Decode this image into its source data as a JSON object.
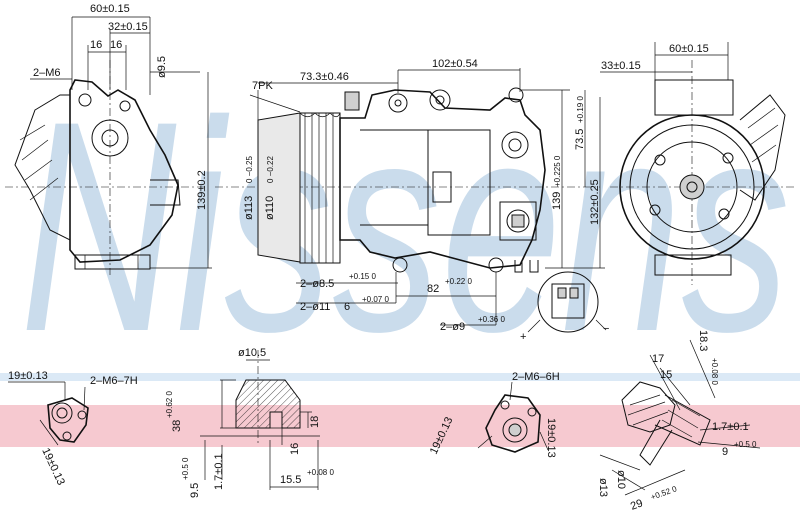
{
  "watermark": {
    "text": "Nissens",
    "color": "#b9d1e6"
  },
  "bands": {
    "blue": "#dbe9f6",
    "pink": "#f6c9d0"
  },
  "labels": {
    "left_60": "60±0.15",
    "left_32": "32±0.15",
    "left_16a": "16",
    "left_16b": "16",
    "left_phi95": "ø9.5",
    "left_m6": "2–M6",
    "left_139": "139±0.2",
    "mid_7pk": "7PK",
    "mid_733": "73.3±0.46",
    "mid_102": "102±0.54",
    "mid_d113": "ø113",
    "mid_d113_tol": "0 −0.25",
    "mid_d110": "ø110",
    "mid_d110_tol": "0 −0.22",
    "mid_hole1": "2–ø8.5",
    "mid_hole1_tol": "+0.15 0",
    "mid_hole2": "2–ø11",
    "mid_hole2_b": "6",
    "mid_hole2_tol": "+0.07 0",
    "mid_82": "82",
    "mid_82_tol": "+0.22 0",
    "mid_9": "2–ø9",
    "mid_9_tol": "+0.36 0",
    "mid_139": "139",
    "mid_139_tol": "+0.225 0",
    "mid_735": "73.5",
    "mid_735_tol": "+0.19 0",
    "mid_132": "132±0.25",
    "conn_plus": "+",
    "conn_minus": "−",
    "right_60": "60±0.15",
    "right_33": "33±0.15",
    "bl_19": "19±0.13",
    "bl_m6": "2–M6–7H",
    "bl_19v": "19±0.13",
    "bc_d105": "ø10.5",
    "bc_38": "38",
    "bc_38_tol": "+0.62 0",
    "bc_18": "18",
    "bc_16": "16",
    "bc_95": "9.5",
    "bc_95_tol": "+0.5 0",
    "bc_17": "1.7±0.1",
    "bc_155": "15.5",
    "bc_155_tol": "+0.08 0",
    "br_m6": "2–M6–6H",
    "br_19": "19±0.13",
    "br_19v": "19±0.13",
    "fr_17": "17",
    "fr_15": "15",
    "fr_183": "18.3",
    "fr_183_tol": "+0.08 0",
    "fr_17b": "1.7±0.1",
    "fr_9": "9",
    "fr_9_tol": "+0.5 0",
    "fr_phi10": "ø10",
    "fr_phi13": "ø13",
    "fr_29": "29",
    "fr_29_tol": "+0.52 0"
  }
}
